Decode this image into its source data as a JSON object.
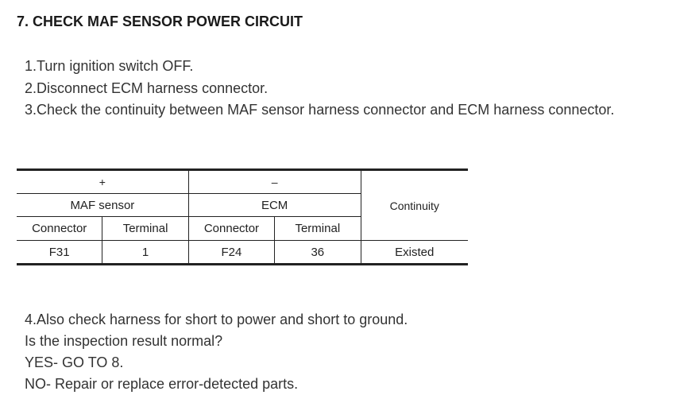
{
  "title": "7. CHECK MAF SENSOR POWER CIRCUIT",
  "steps": [
    "1.Turn ignition switch OFF.",
    "2.Disconnect ECM harness connector.",
    "3.Check the continuity between MAF sensor harness connector and ECM harness connector."
  ],
  "table": {
    "plus": "+",
    "minus": "–",
    "maf_sensor": "MAF sensor",
    "ecm": "ECM",
    "continuity": "Continuity",
    "sub_headers": [
      "Connector",
      "Terminal",
      "Connector",
      "Terminal"
    ],
    "row": {
      "maf_connector": "F31",
      "maf_terminal": "1",
      "ecm_connector": "F24",
      "ecm_terminal": "36",
      "continuity": "Existed"
    }
  },
  "after": [
    "4.Also check harness for short to power and short to ground.",
    "Is the inspection result normal?",
    "YES- GO TO 8.",
    "NO- Repair or replace error-detected parts."
  ]
}
